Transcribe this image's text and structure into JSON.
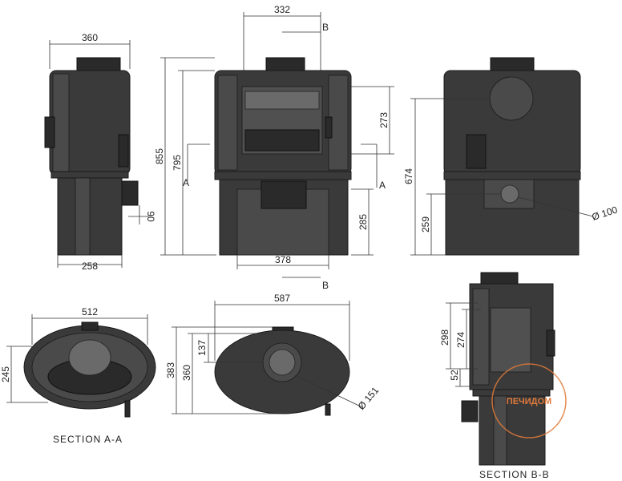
{
  "dimensions": {
    "side_width_top": "360",
    "side_height_small": "90",
    "side_width_bottom": "258",
    "front_top_width": "332",
    "front_total_height": "855",
    "front_body_height": "795",
    "front_door_height": "273",
    "front_base_height": "285",
    "front_bottom_width": "378",
    "rear_height": "674",
    "rear_outlet_height": "259",
    "rear_outlet_diameter": "Ø 100",
    "plan_a_width": "512",
    "plan_a_depth": "245",
    "plan_top_width": "587",
    "plan_top_depth_outer": "383",
    "plan_top_depth_inner": "360",
    "plan_top_offset": "137",
    "plan_top_flue_diameter": "Ø 151",
    "section_b_298": "298",
    "section_b_274": "274",
    "section_b_52": "52"
  },
  "markers": {
    "b_top": "B",
    "b_bottom": "B",
    "a_left": "A",
    "a_right": "A"
  },
  "captions": {
    "section_a": "SECTION A-A",
    "section_b": "SECTION B-B"
  },
  "watermark": {
    "text": "ПЕЧИДОМ",
    "color": "#e07a3a"
  }
}
